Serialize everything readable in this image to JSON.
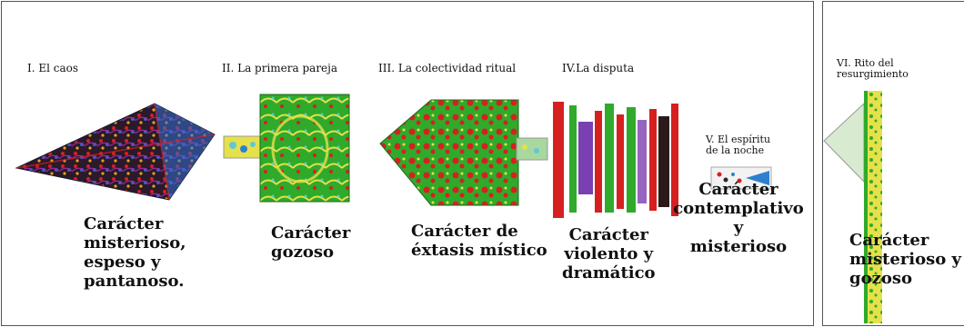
{
  "sections": [
    {
      "title": "I. El caos",
      "character": [
        "Carácter",
        "misterioso,",
        "espeso y",
        "pantanoso."
      ]
    },
    {
      "title": "II. La primera pareja",
      "character": [
        "Carácter",
        "gozoso"
      ]
    },
    {
      "title": "III. La colectividad ritual",
      "character": [
        "Carácter de",
        "éxtasis místico"
      ]
    },
    {
      "title": "IV.La disputa",
      "character": [
        "Carácter",
        "violento y",
        "dramático"
      ]
    },
    {
      "title_lines": [
        "V. El espíritu",
        "de la noche"
      ],
      "character": [
        "Carácter",
        "contemplativo",
        "y",
        "misterioso"
      ]
    },
    {
      "title_lines": [
        "VI. Rito del",
        "resurgimiento"
      ],
      "character": [
        "Carácter",
        "misterioso y",
        "gozoso"
      ]
    }
  ],
  "colors": {
    "border": "#555555",
    "red": "#d62020",
    "green": "#2faa2a",
    "yellow": "#e6e04a",
    "cyan": "#5fc8d8",
    "purple": "#7a3fb0",
    "dark": "#2a1a1a",
    "blue": "#2f7fd0"
  }
}
